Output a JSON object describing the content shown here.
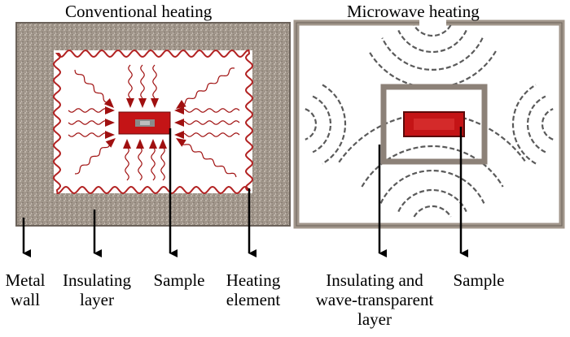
{
  "titles": {
    "conventional": "Conventional heating",
    "microwave": "Microwave heating"
  },
  "labels": {
    "metal_wall": [
      "Metal",
      "wall"
    ],
    "insulating_layer": [
      "Insulating",
      "layer"
    ],
    "sample_conventional": [
      "Sample"
    ],
    "heating_element": [
      "Heating",
      "element"
    ],
    "insulating_transparent": [
      "Insulating and",
      "wave-transparent",
      "layer"
    ],
    "sample_microwave": [
      "Sample"
    ]
  },
  "colors": {
    "wall_fill": "#a1968b",
    "wall_speckle": "#d3cbc1",
    "heating_element": "#b22222",
    "sample_red": "#c41416",
    "sample_core": "#8a8a8a",
    "arrow_red": "#a01010",
    "wave_gray": "#5a5a5a"
  }
}
